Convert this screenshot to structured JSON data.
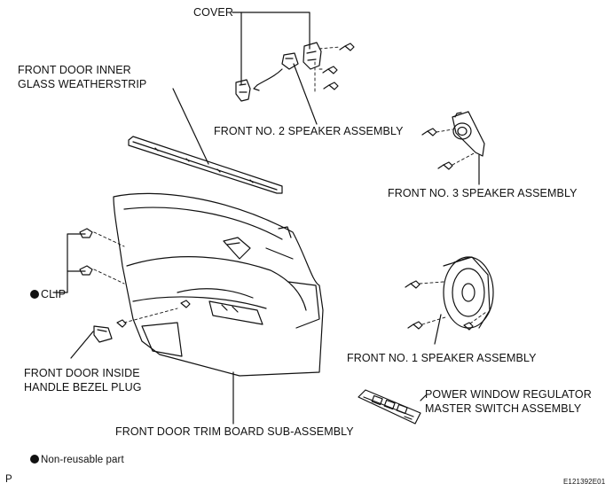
{
  "labels": {
    "cover": "COVER",
    "glass_weatherstrip_line1": "FRONT DOOR INNER",
    "glass_weatherstrip_line2": "GLASS WEATHERSTRIP",
    "speaker2": "FRONT NO. 2 SPEAKER ASSEMBLY",
    "speaker3": "FRONT NO. 3 SPEAKER ASSEMBLY",
    "clip": "CLIP",
    "speaker1": "FRONT NO. 1 SPEAKER ASSEMBLY",
    "bezel_plug_line1": "FRONT DOOR INSIDE",
    "bezel_plug_line2": "HANDLE BEZEL PLUG",
    "switch_line1": "POWER WINDOW REGULATOR",
    "switch_line2": "MASTER SWITCH ASSEMBLY",
    "trim_board": "FRONT DOOR TRIM BOARD SUB-ASSEMBLY",
    "legend": "Non-reusable part",
    "page_mark": "P",
    "figure_code": "E121392E01"
  },
  "legend_symbol": "filled-circle",
  "colors": {
    "ink": "#111111",
    "paper": "#ffffff"
  }
}
